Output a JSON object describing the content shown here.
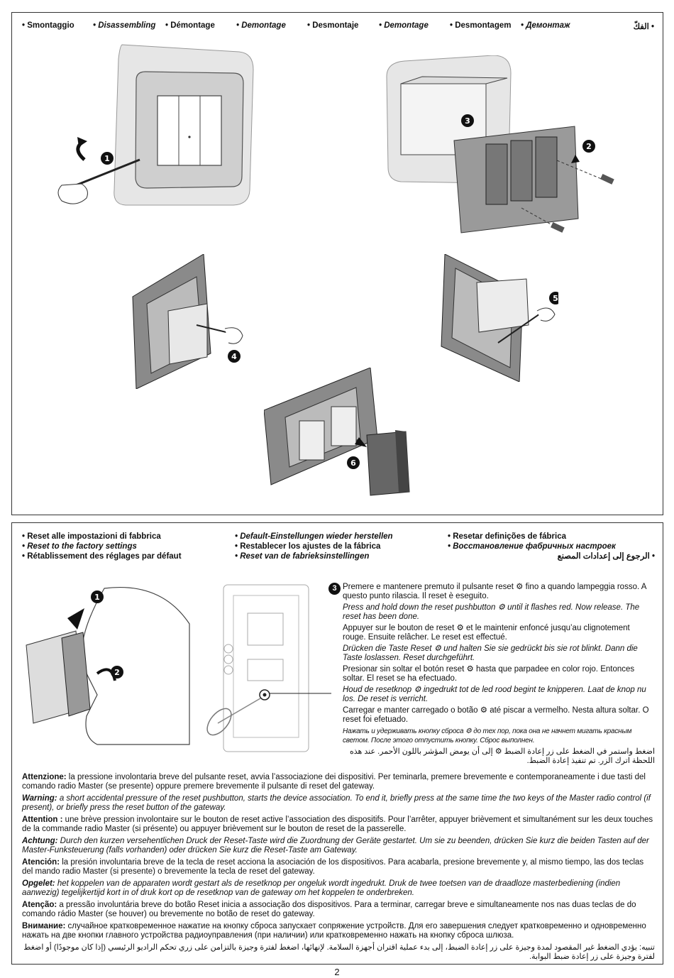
{
  "disassembly": {
    "languages": [
      {
        "label": "• Smontaggio",
        "italic": false
      },
      {
        "label": "• Disassembling",
        "italic": true
      },
      {
        "label": "• Démontage",
        "italic": false
      },
      {
        "label": "• Demontage",
        "italic": true
      },
      {
        "label": "• Desmontaje",
        "italic": false
      },
      {
        "label": "• Demontage",
        "italic": true
      },
      {
        "label": "• Desmontagem",
        "italic": false
      },
      {
        "label": "• Демонтаж",
        "italic": true
      }
    ],
    "arabic": "• الفكّ",
    "callouts": [
      "1",
      "2",
      "3",
      "4",
      "5",
      "6"
    ]
  },
  "reset": {
    "headings": {
      "col1": [
        "• Reset alle impostazioni di fabbrica",
        "• Reset to the factory settings",
        "• Rétablissement des réglages par défaut"
      ],
      "col2": [
        "• Default-Einstellungen wieder herstellen",
        "• Restablecer los ajustes de la fábrica",
        "• Reset van de fabrieksinstellingen"
      ],
      "col3": [
        "• Resetar definições de fábrica",
        "• Восстановление фабричных настроек",
        "• الرجوع إلى إعدادات المصنع"
      ]
    },
    "callouts": [
      "1",
      "2"
    ],
    "step_number": "3",
    "steps": [
      {
        "text": "Premere e mantenere premuto il pulsante reset ⚙ fino a quando lampeggia rosso. A questo punto rilascia. Il reset è eseguito.",
        "style": "normal"
      },
      {
        "text": "Press and hold down the reset pushbutton ⚙ until it flashes red. Now release. The reset has been done.",
        "style": "italic"
      },
      {
        "text": "Appuyer sur le bouton de reset ⚙ et le maintenir enfoncé jusqu’au clignotement rouge. Ensuite relâcher. Le reset est effectué.",
        "style": "normal"
      },
      {
        "text": "Drücken die Taste Reset ⚙ und halten Sie sie gedrückt bis sie rot blinkt. Dann die Taste loslassen. Reset durchgeführt.",
        "style": "italic"
      },
      {
        "text": "Presionar sin soltar el botón reset ⚙ hasta que parpadee en color rojo. Entonces soltar. El reset se ha efectuado.",
        "style": "normal"
      },
      {
        "text": "Houd de resetknop ⚙ ingedrukt tot de led rood begint te knipperen. Laat de knop nu los. De reset is verricht.",
        "style": "italic"
      },
      {
        "text": "Carregar e manter carregado o botão ⚙ até piscar a vermelho. Nesta altura soltar. O reset foi efetuado.",
        "style": "normal"
      },
      {
        "text": "Нажать и удерживать кнопку сброса ⚙ до тех пор, пока она не начнет мигать красным светом. После этого отпустить кнопку. Сброс выполнен.",
        "style": "small"
      },
      {
        "text": "اضغط واستمر في الضغط على زر إعادة الضبط ⚙ إلى أن يومض المؤشر باللون الأحمر. عند هذه اللحظة اترك الزر. تم تنفيذ إعادة الضبط.",
        "style": "arabic"
      }
    ],
    "notes": [
      {
        "label": "Attenzione:",
        "text": " la pressione involontaria breve del pulsante reset, avvia l’associazione dei dispositivi. Per teminarla, premere brevemente e contemporaneamente i due tasti del comando radio Master (se presente) oppure premere brevemente il pulsante di reset del gateway.",
        "italic": false
      },
      {
        "label": "Warning:",
        "text": " a short accidental pressure of the reset pushbutton, starts the device association. To end it, briefly press at the same time the two keys of the Master radio control (if present), or briefly press the reset button of the gateway.",
        "italic": true
      },
      {
        "label": "Attention :",
        "text": " une brève pression involontaire sur le bouton de reset active l’association des dispositifs. Pour l’arrêter, appuyer brièvement et simultanément sur les deux touches de la commande radio Master (si présente) ou appuyer brièvement sur le bouton de reset de la passerelle.",
        "italic": false
      },
      {
        "label": "Achtung:",
        "text": " Durch den kurzen versehentlichen Druck der Reset-Taste wird die Zuordnung der Geräte gestartet. Um sie zu beenden, drücken Sie kurz die beiden Tasten auf der Master-Funksteuerung (falls vorhanden) oder drücken Sie kurz die Reset-Taste am Gateway.",
        "italic": true
      },
      {
        "label": "Atención:",
        "text": " la presión involuntaria breve de la tecla de reset acciona la asociación de los dispositivos. Para acabarla, presione brevemente y, al mismo tiempo, las dos teclas del mando radio Master (si presente) o brevemente la tecla de reset del gateway.",
        "italic": false
      },
      {
        "label": "Opgelet:",
        "text": " het koppelen van de apparaten wordt gestart als de resetknop per ongeluk wordt ingedrukt. Druk de twee toetsen van de draadloze masterbediening (indien aanwezig) tegelijkertijd kort in of druk kort op de resetknop van de gateway om het koppelen te onderbreken.",
        "italic": true
      },
      {
        "label": "Atenção:",
        "text": " a pressão involuntária breve do botão Reset inicia a associação dos dispositivos. Para a terminar, carregar breve e simultaneamente nos nas duas teclas de do comando rádio Master (se houver) ou brevemente no botão de reset do gateway.",
        "italic": false
      },
      {
        "label": "Внимание:",
        "text": " случайное кратковременное нажатие на кнопку сброса запускает сопряжение устройств. Для его завершения следует кратковременно и одновременно нажать на две кнопки главного устройства радиоуправления (при наличии) или кратковременно нажать на кнопку сброса шлюза.",
        "italic": false
      }
    ],
    "note_arabic": "تنبيه: يؤدي الضغط غير المقصود لمدة وجيزة على زر إعادة الضبط، إلى بدء عملية اقتران أجهزة السلامة. لإنهائها، اضغط لفترة وجيزة بالتزامن على زري تحكم الراديو الرئيسي (إذا كان موجودًا) أو اضغط لفترة وجيزة على زر إعادة ضبط البوابة."
  },
  "page_number": "2"
}
